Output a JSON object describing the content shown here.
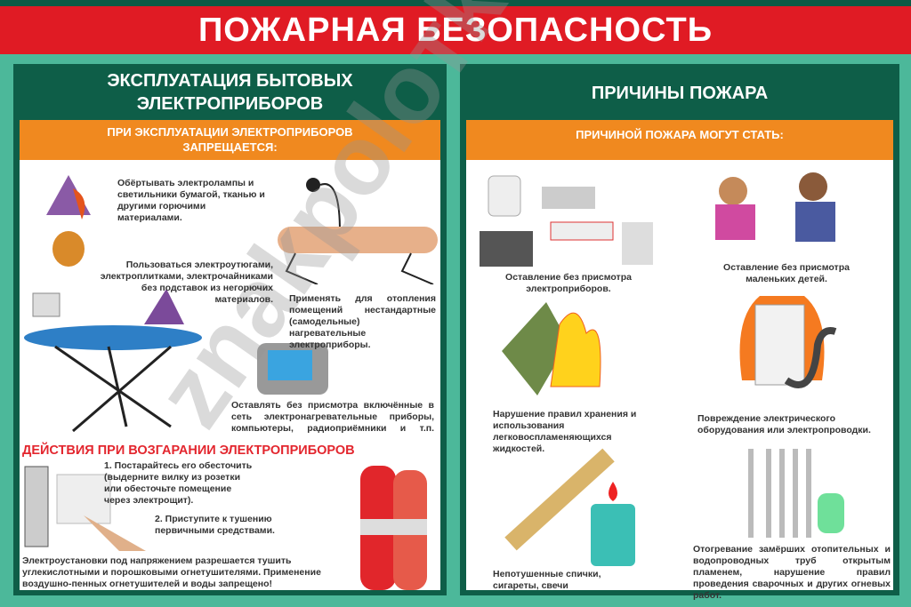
{
  "title": "ПОЖАРНАЯ БЕЗОПАСНОСТЬ",
  "watermark": "znakpoloтka.ru",
  "left": {
    "title_line1": "ЭКСПЛУАТАЦИЯ БЫТОВЫХ",
    "title_line2": "ЭЛЕКТРОПРИБОРОВ",
    "subtitle_line1": "ПРИ ЭКСПЛУАТАЦИИ ЭЛЕКТРОПРИБОРОВ",
    "subtitle_line2": "ЗАПРЕЩАЕТСЯ:",
    "items": [
      "Обёртывать электролампы и светильники бумагой, тканью и другими горючими материалами.",
      "Пользоваться электроутюгами, электроплитками, электрочайниками без подставок из негорючих материалов.",
      "Применять для отопления помещений нестандартные (самодельные) нагревательные электроприборы.",
      "Оставлять без присмотра включённые в сеть электронагревательные приборы, компьютеры, радиоприёмники и т.п."
    ],
    "actions_title": "ДЕЙСТВИЯ ПРИ ВОЗГАРАНИИ ЭЛЕКТРОПРИБОРОВ",
    "action1": "1. Постарайтесь его обесточить (выдерните вилку из розетки или обесточьте помещение через электрощит).",
    "action2": "2. Приступите к тушению первичными средствами.",
    "note": "Электроустановки под напряжением разрешается тушить углекислотными и порошковыми огнетушителями. Применение воздушно-пенных огнетушителей и воды запрещено!"
  },
  "right": {
    "title": "ПРИЧИНЫ ПОЖАРА",
    "subtitle": "ПРИЧИНОЙ ПОЖАРА МОГУТ СТАТЬ:",
    "items": [
      "Оставление без присмотра электроприборов.",
      "Оставление без присмотра маленьких детей.",
      "Нарушение правил хранения и использования легковоспламеняющихся жидкостей.",
      "Повреждение электрического оборудования или электропроводки.",
      "Непотушенные спички, сигареты, свечи",
      "Отогревание замёрших отопительных и водопроводных труб открытым пламенем, нарушение правил проведения сварочных и других огневых работ."
    ]
  },
  "colors": {
    "banner": "#e01b24",
    "panel": "#0e5e48",
    "accent": "#f0891f",
    "background": "#4cb89a",
    "warning_text": "#e3262e"
  }
}
